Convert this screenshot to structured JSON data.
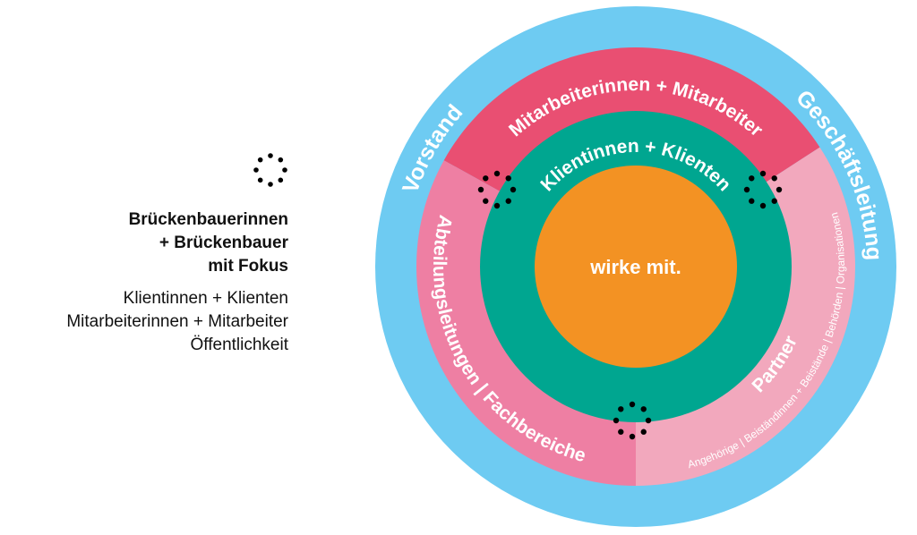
{
  "legend": {
    "icon": "dotted-circle-icon",
    "title_lines": [
      "Brückenbauerinnen",
      "+ Brückenbauer",
      "mit Fokus"
    ],
    "items": [
      "Klientinnen + Klienten",
      "Mitarbeiterinnen + Mitarbeiter",
      "Öffentlichkeit"
    ]
  },
  "diagram": {
    "center": "wirke mit.",
    "outer_left": "Vorstand",
    "outer_right": "Geschäftsleitung",
    "ring_top": "Mitarbeiterinnen + Mitarbeiter",
    "ring_left": "Abteilungsleitungen | Fachbereiche",
    "ring_right": "Partner",
    "ring_right_sub": "Angehörige | Beiständinnen + Beistände | Behörden | Organisationen",
    "inner": "Klientinnen + Klienten"
  },
  "colors": {
    "outer": "#6ecbf2",
    "ring_top": "#e94f72",
    "ring_left": "#ee7fa3",
    "ring_right": "#f2a8bd",
    "inner": "#00a690",
    "center": "#f39223",
    "dots": "#000000"
  }
}
